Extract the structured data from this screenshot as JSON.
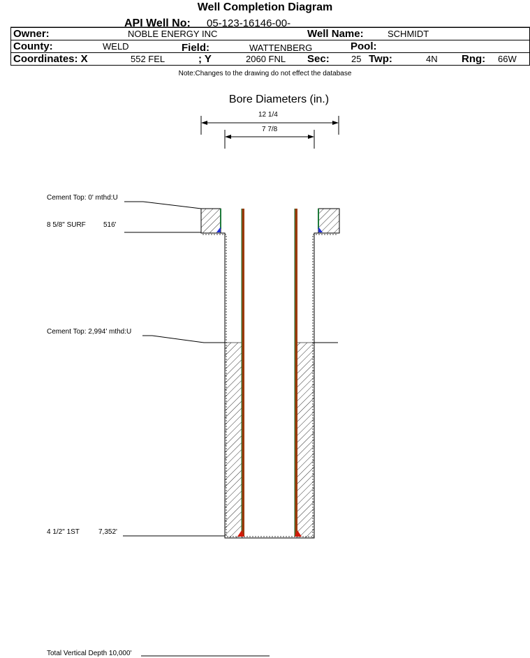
{
  "title": "Well Completion Diagram",
  "api": {
    "label": "API Well No:",
    "value": "05-123-16146-00-"
  },
  "rows": {
    "owner_label": "Owner:",
    "owner_value": "NOBLE ENERGY INC",
    "well_name_label": "Well Name:",
    "well_name_value": "SCHMIDT",
    "county_label": "County:",
    "county_value": "WELD",
    "field_label": "Field:",
    "field_value": "WATTENBERG",
    "pool_label": "Pool:",
    "coord_x_label": "Coordinates: X",
    "coord_x_value": "552 FEL",
    "coord_y_label": "; Y",
    "coord_y_value": "2060 FNL",
    "sec_label": "Sec:",
    "sec_value": "25",
    "twp_label": "Twp:",
    "twp_value": "4N",
    "rng_label": "Rng:",
    "rng_value": "66W"
  },
  "note": "Note:Changes to the drawing do not effect the database",
  "bore": {
    "title": "Bore Diameters (in.)",
    "diameter_outer": "12 1/4",
    "diameter_inner": "7 7/8"
  },
  "annotations": {
    "cement_top_surface": "Cement Top: 0' mthd:U",
    "surface_casing": "8 5/8\" SURF",
    "surface_depth": "516'",
    "cement_top_production": "Cement Top: 2,994' mthd:U",
    "production_casing": "4 1/2\" 1ST",
    "production_depth": "7,352'",
    "total_depth": "Total Vertical Depth 10,000'"
  },
  "colors": {
    "casing_brown": "#9A3A0A",
    "cement_green": "#1E7A3A",
    "shoe_blue": "#1F2FD6",
    "shoe_red": "#D21A0A"
  }
}
